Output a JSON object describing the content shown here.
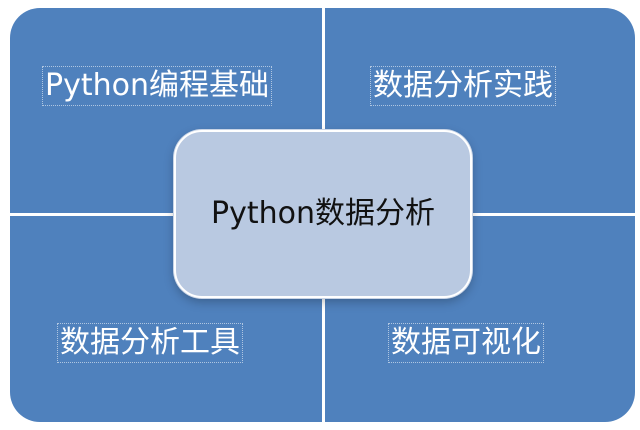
{
  "colors": {
    "quadrant": "#4f81bd",
    "center": "#b9c9e1",
    "divider": "#ffffff",
    "label_text": "#ffffff",
    "center_text": "#111111"
  },
  "center": {
    "label": "Python数据分析"
  },
  "quadrants": {
    "top_left": {
      "label": "Python编程基础"
    },
    "top_right": {
      "label": "数据分析实践"
    },
    "bottom_left": {
      "label": "数据分析工具"
    },
    "bottom_right": {
      "label": "数据可视化"
    }
  }
}
